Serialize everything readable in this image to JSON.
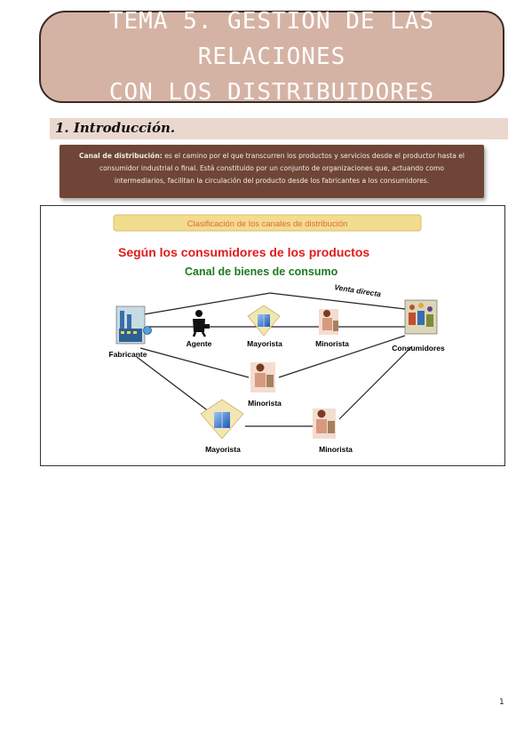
{
  "title": {
    "line1": "TEMA 5. GESTIÓN DE LAS RELACIONES",
    "line2": "CON LOS DISTRIBUIDORES"
  },
  "section": {
    "heading": "1. Introducción."
  },
  "definition": {
    "term": "Canal de distribución:",
    "line1_rest": " es el camino por el que transcurren los productos y servicios desde el productor hasta el",
    "line2": "consumidor industrial o final. Está constituido por un conjunto de organizaciones que, actuando como",
    "line3": "intermediarios, facilitan la circulación del producto desde los fabricantes a los consumidores."
  },
  "diagram": {
    "banner": "Clasificación de los canales de distribución",
    "heading": "Según los consumidores de los productos",
    "subheading": "Canal de bienes de consumo",
    "direct_label": "Venta directa",
    "nodes": {
      "fabricante": "Fabricante",
      "agente": "Agente",
      "mayorista1": "Mayorista",
      "minorista1": "Minorista",
      "consumidores": "Consumidores",
      "minorista2": "Minorista",
      "mayorista2": "Mayorista",
      "minorista3": "Minorista"
    },
    "colors": {
      "banner_bg": "#f2dc8e",
      "banner_text": "#e8663a",
      "heading": "#e01c1c",
      "subheading": "#1f7a1f"
    }
  },
  "page": {
    "number": "1"
  }
}
